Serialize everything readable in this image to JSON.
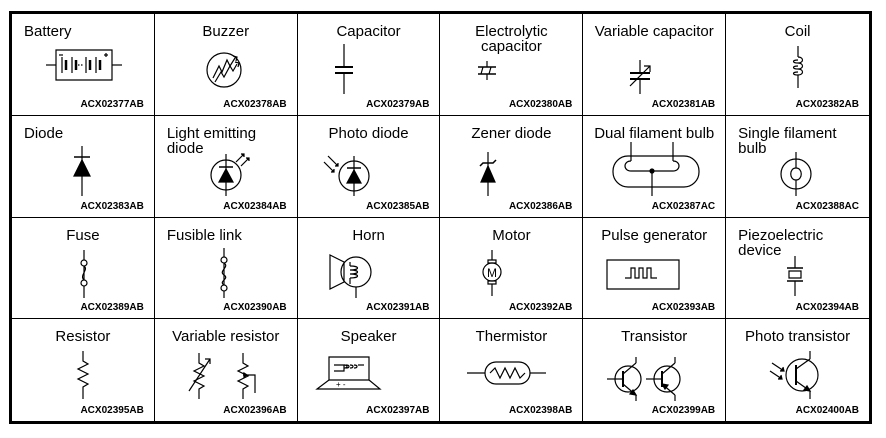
{
  "cells": [
    {
      "label": "Battery",
      "code": "ACX02377AB",
      "icon": "battery-icon"
    },
    {
      "label": "Buzzer",
      "code": "ACX02378AB",
      "icon": "buzzer-icon"
    },
    {
      "label": "Capacitor",
      "code": "ACX02379AB",
      "icon": "capacitor-icon"
    },
    {
      "label": "Electrolytic capacitor",
      "code": "ACX02380AB",
      "icon": "electrolytic-capacitor-icon"
    },
    {
      "label": "Variable capacitor",
      "code": "ACX02381AB",
      "icon": "variable-capacitor-icon"
    },
    {
      "label": "Coil",
      "code": "ACX02382AB",
      "icon": "coil-icon"
    },
    {
      "label": "Diode",
      "code": "ACX02383AB",
      "icon": "diode-icon"
    },
    {
      "label": "Light emitting diode",
      "code": "ACX02384AB",
      "icon": "led-icon"
    },
    {
      "label": "Photo diode",
      "code": "ACX02385AB",
      "icon": "photo-diode-icon"
    },
    {
      "label": "Zener diode",
      "code": "ACX02386AB",
      "icon": "zener-diode-icon"
    },
    {
      "label": "Dual filament bulb",
      "code": "ACX02387AC",
      "icon": "dual-filament-bulb-icon"
    },
    {
      "label": "Single filament bulb",
      "code": "ACX02388AC",
      "icon": "single-filament-bulb-icon"
    },
    {
      "label": "Fuse",
      "code": "ACX02389AB",
      "icon": "fuse-icon"
    },
    {
      "label": "Fusible link",
      "code": "ACX02390AB",
      "icon": "fusible-link-icon"
    },
    {
      "label": "Horn",
      "code": "ACX02391AB",
      "icon": "horn-icon"
    },
    {
      "label": "Motor",
      "code": "ACX02392AB",
      "icon": "motor-icon",
      "symbol_text": "M"
    },
    {
      "label": "Pulse generator",
      "code": "ACX02393AB",
      "icon": "pulse-generator-icon"
    },
    {
      "label": "Piezoelectric device",
      "code": "ACX02394AB",
      "icon": "piezoelectric-device-icon"
    },
    {
      "label": "Resistor",
      "code": "ACX02395AB",
      "icon": "resistor-icon"
    },
    {
      "label": "Variable resistor",
      "code": "ACX02396AB",
      "icon": "variable-resistor-icon"
    },
    {
      "label": "Speaker",
      "code": "ACX02397AB",
      "icon": "speaker-icon",
      "symbol_text": "+ -"
    },
    {
      "label": "Thermistor",
      "code": "ACX02398AB",
      "icon": "thermistor-icon"
    },
    {
      "label": "Transistor",
      "code": "ACX02399AB",
      "icon": "transistor-icon"
    },
    {
      "label": "Photo transistor",
      "code": "ACX02400AB",
      "icon": "photo-transistor-icon"
    }
  ]
}
